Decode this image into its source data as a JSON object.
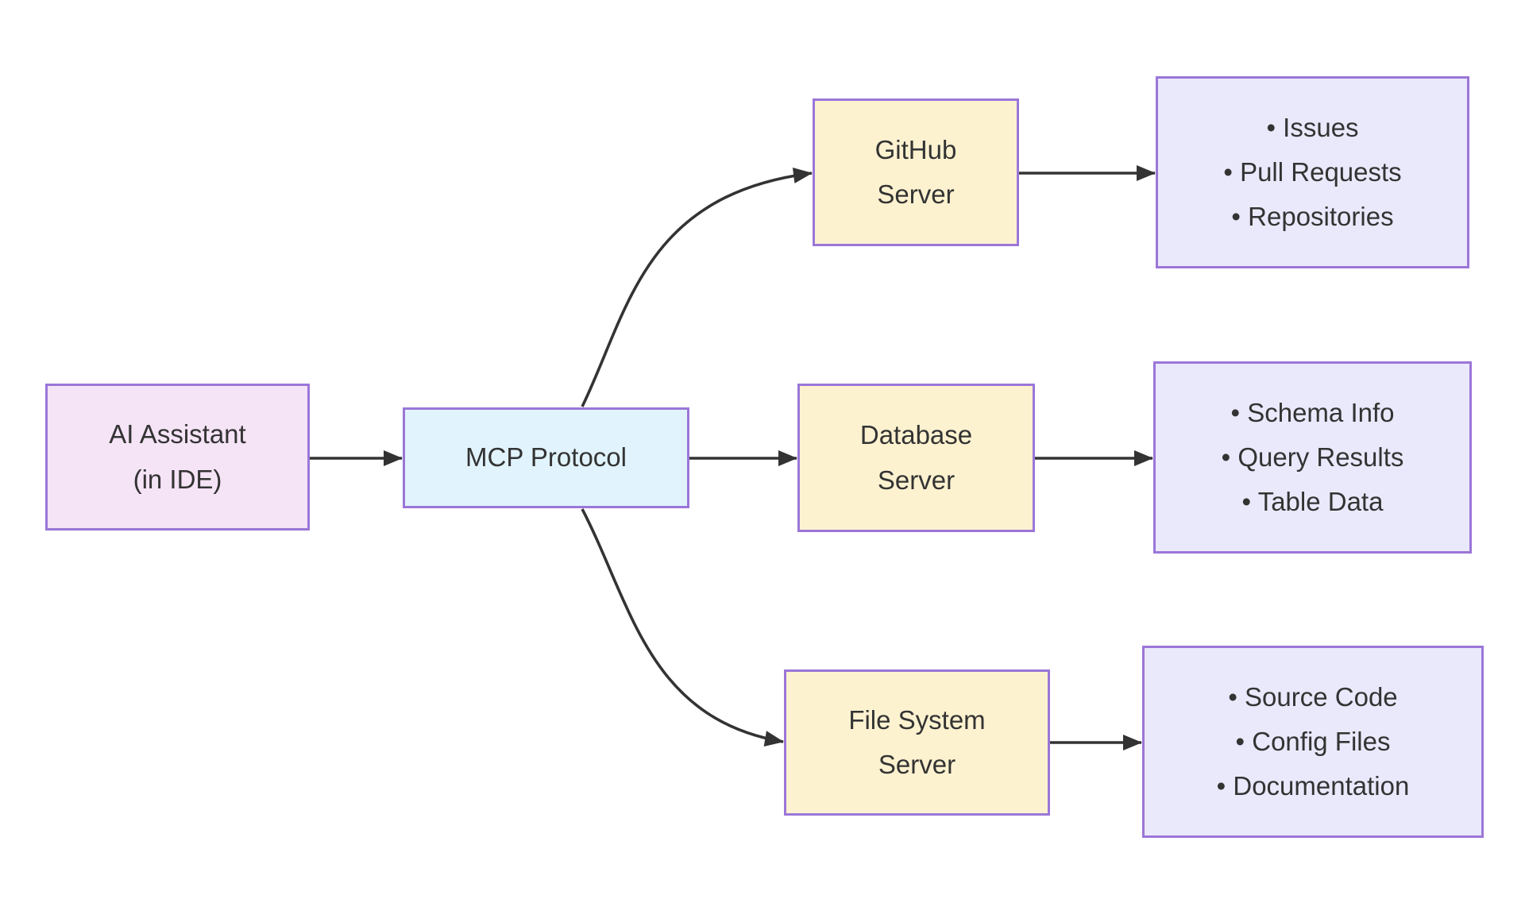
{
  "diagram": {
    "type": "flowchart",
    "background": "#ffffff",
    "palette": {
      "node_border": "#9b76d8",
      "assistant_fill": "#f5e3f6",
      "protocol_fill": "#e1f4fd",
      "server_fill": "#fdf2d0",
      "resource_fill": "#eae9fc",
      "edge_color": "#333333",
      "text_color": "#333333"
    },
    "nodes": {
      "ai_assistant": {
        "lines": [
          "AI Assistant",
          "(in IDE)"
        ]
      },
      "mcp_protocol": {
        "lines": [
          "MCP Protocol"
        ]
      },
      "github_server": {
        "lines": [
          "GitHub",
          "Server"
        ]
      },
      "database_server": {
        "lines": [
          "Database",
          "Server"
        ]
      },
      "file_system_server": {
        "lines": [
          "File System",
          "Server"
        ]
      },
      "github_resources": {
        "items": [
          "Issues",
          "Pull Requests",
          "Repositories"
        ]
      },
      "database_resources": {
        "items": [
          "Schema Info",
          "Query Results",
          "Table Data"
        ]
      },
      "file_system_resources": {
        "items": [
          "Source Code",
          "Config Files",
          "Documentation"
        ]
      }
    },
    "edges": [
      {
        "from": "AI Assistant (in IDE)",
        "to": "MCP Protocol"
      },
      {
        "from": "MCP Protocol",
        "to": "GitHub Server"
      },
      {
        "from": "MCP Protocol",
        "to": "Database Server"
      },
      {
        "from": "MCP Protocol",
        "to": "File System Server"
      },
      {
        "from": "GitHub Server",
        "to": "Issues / Pull Requests / Repositories"
      },
      {
        "from": "Database Server",
        "to": "Schema Info / Query Results / Table Data"
      },
      {
        "from": "File System Server",
        "to": "Source Code / Config Files / Documentation"
      }
    ]
  }
}
